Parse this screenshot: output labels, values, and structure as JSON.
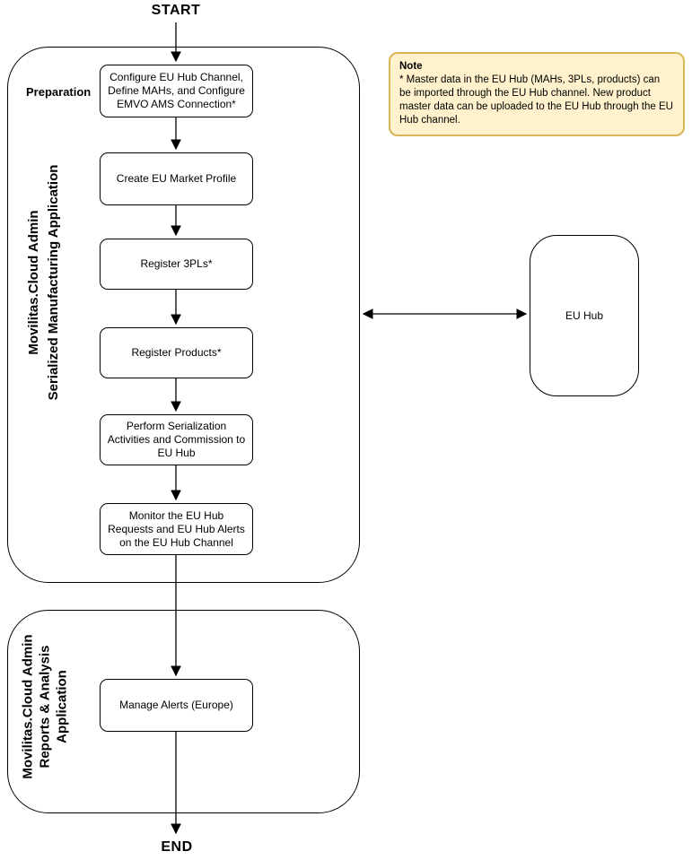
{
  "diagram": {
    "start_label": "START",
    "end_label": "END"
  },
  "manufacturing_section": {
    "preparation_label": "Preparation",
    "title_line1": "Movilitas.Cloud Admin",
    "title_line2": "Serialized Manufacturing Application",
    "steps": [
      {
        "label": "Configure EU Hub Channel, Define MAHs, and Configure EMVO AMS Connection*"
      },
      {
        "label": "Create EU Market Profile"
      },
      {
        "label": "Register 3PLs*"
      },
      {
        "label": "Register Products*"
      },
      {
        "label": "Perform Serialization Activities and Commission to EU Hub"
      },
      {
        "label": "Monitor the EU Hub Requests and EU Hub Alerts on the EU Hub Channel"
      }
    ]
  },
  "reports_section": {
    "title_line1": "Movilitas.Cloud Admin",
    "title_line2": "Reports & Analysis",
    "title_line3": "Application",
    "steps": [
      {
        "label": "Manage Alerts (Europe)"
      }
    ]
  },
  "eu_hub": {
    "label": "EU Hub"
  },
  "note": {
    "title": "Note",
    "body": "* Master data in the EU Hub (MAHs, 3PLs, products) can be imported through the EU Hub channel. New product master data can be uploaded to the EU Hub through the EU Hub channel."
  },
  "colors": {
    "note_background": "#FFF2CC",
    "note_border": "#D6B656",
    "stroke": "#000000"
  }
}
